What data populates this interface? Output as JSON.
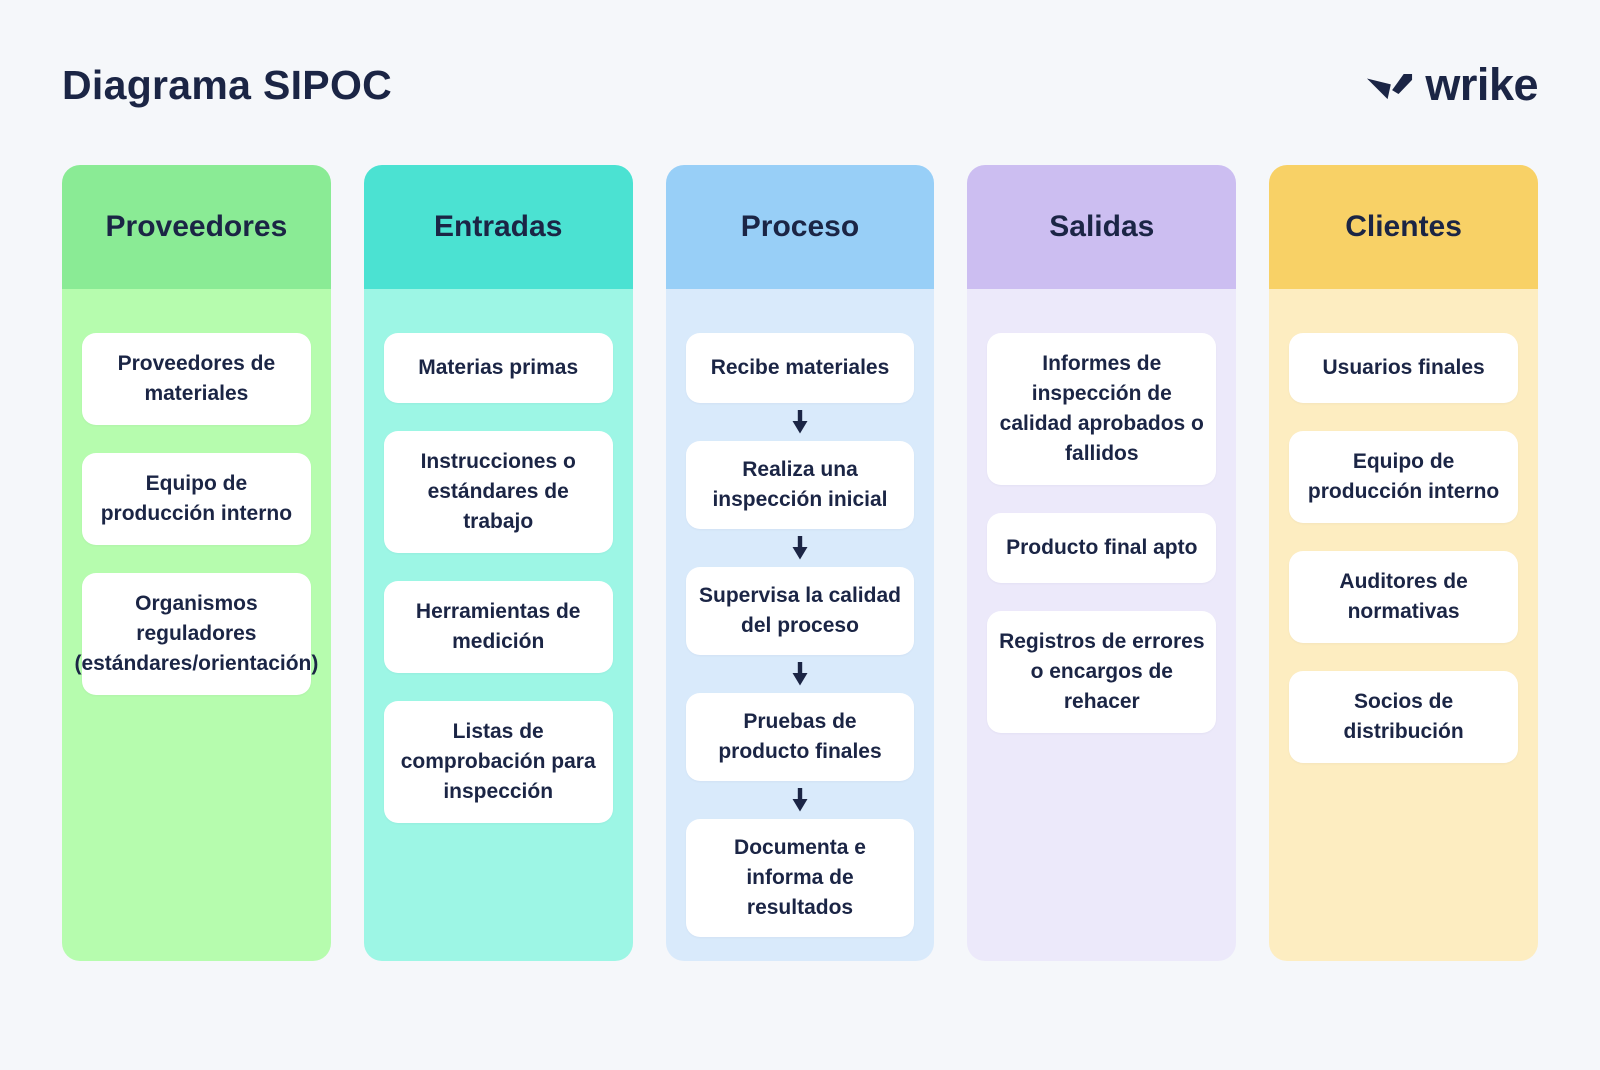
{
  "page": {
    "title": "Diagrama SIPOC",
    "background": "#f5f7fa",
    "text_color": "#1b2545"
  },
  "logo": {
    "icon": "wrike-checkmark-icon",
    "text": "wrike",
    "color": "#1b2545"
  },
  "columns": [
    {
      "header": "Proveedores",
      "header_color": "#8aeb95",
      "body_color": "#b6fcae",
      "items": [
        "Proveedores de materiales",
        "Equipo de producción interno",
        "Organismos reguladores (estándares/orientación)"
      ]
    },
    {
      "header": "Entradas",
      "header_color": "#4be2d2",
      "body_color": "#9df6e5",
      "items": [
        "Materias primas",
        "Instrucciones o estándares de trabajo",
        "Herramientas de medición",
        "Listas de comprobación para inspección"
      ]
    },
    {
      "header": "Proceso",
      "header_color": "#98cff7",
      "body_color": "#d9eafb",
      "flow": true,
      "arrow_color": "#1b2545",
      "items": [
        "Recibe materiales",
        "Realiza una inspección inicial",
        "Supervisa la calidad del proceso",
        "Pruebas de producto finales",
        "Documenta e informa de resultados"
      ]
    },
    {
      "header": "Salidas",
      "header_color": "#ccbef1",
      "body_color": "#ece9fa",
      "items": [
        "Informes de inspección de calidad aprobados o fallidos",
        "Producto final apto",
        "Registros de errores o encargos de rehacer"
      ]
    },
    {
      "header": "Clientes",
      "header_color": "#f8d166",
      "body_color": "#fdedc1",
      "items": [
        "Usuarios finales",
        "Equipo de producción interno",
        "Auditores de normativas",
        "Socios de distribución"
      ]
    }
  ]
}
